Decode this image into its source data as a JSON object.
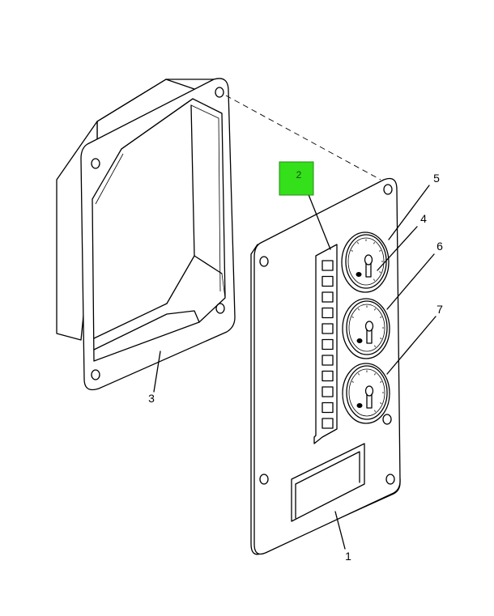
{
  "colors": {
    "line": "#000000",
    "background": "#ffffff",
    "highlight": "#33e019"
  },
  "callouts": [
    {
      "id": "1",
      "label": "1"
    },
    {
      "id": "2",
      "label": "2",
      "highlighted": true
    },
    {
      "id": "3",
      "label": "3"
    },
    {
      "id": "4",
      "label": "4"
    },
    {
      "id": "5",
      "label": "5"
    },
    {
      "id": "6",
      "label": "6"
    },
    {
      "id": "7",
      "label": "7"
    }
  ]
}
